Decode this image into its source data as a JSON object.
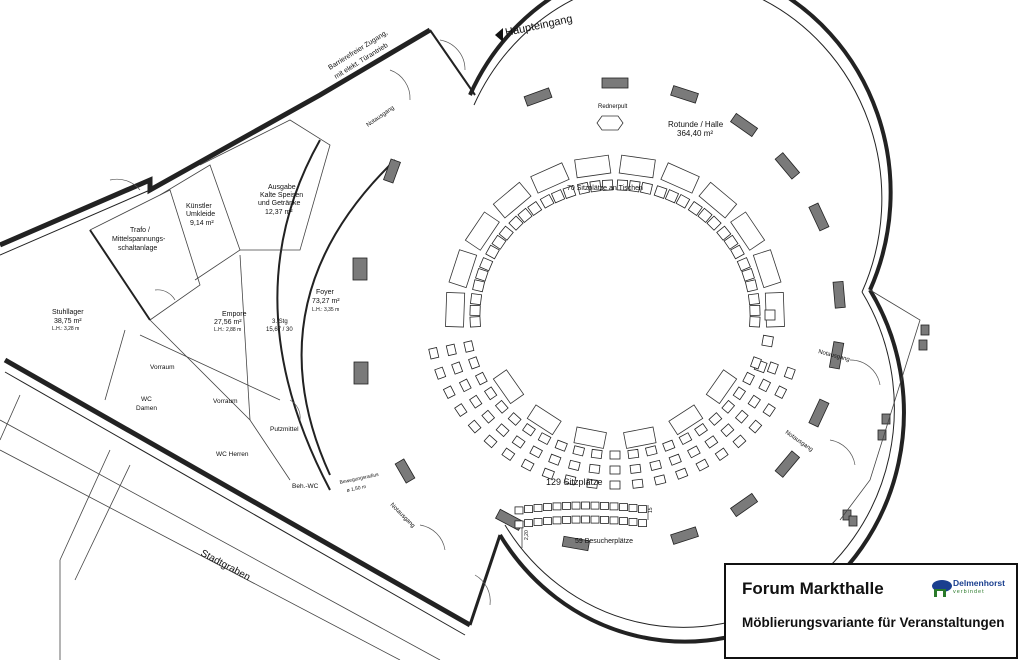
{
  "labels": {
    "main_entrance": "Haupteingang",
    "accessible_entrance_l1": "Barrierefreier Zugang,",
    "accessible_entrance_l2": "mit elekt. Türantrieb",
    "rotunda_name": "Rotunde / Halle",
    "rotunda_area": "364,40 m²",
    "lectern": "Rednerpult",
    "table_seats": "70 Sitzplätze an Tischen",
    "seats": "129 Sitzplätze",
    "visitor_seats": "59 Besucherplätze",
    "foyer_name": "Foyer",
    "foyer_area": "73,27 m²",
    "foyer_height": "L.H.: 3,35 m",
    "empore_name": "Empore",
    "empore_area": "27,56 m²",
    "empore_height": "L.H.: 2,88 m",
    "stairs_l1": "3. Stg",
    "stairs_l2": "15,67 / 30",
    "artist_l1": "Künstler",
    "artist_l2": "Umkleide",
    "artist_area": "9,14 m²",
    "catering_l1": "Ausgabe",
    "catering_l2": "Kalte Speisen",
    "catering_l3": "und Getränke",
    "catering_area": "12,37 m²",
    "trafo_l1": "Trafo /",
    "trafo_l2": "Mittelspannungs-",
    "trafo_l3": "schaltanlage",
    "storage_name": "Stuhllager",
    "storage_area": "38,75 m²",
    "storage_height": "L.H.: 3,28 m",
    "anteroom": "Vorraum",
    "wc_women_l1": "WC",
    "wc_women_l2": "Damen",
    "wc_men": "WC Herren",
    "cleaning": "Putzmittel",
    "wc_accessible": "Beh.-WC",
    "turning_l1": "Bewegungsradius",
    "turning_l2": "ø 1,50 m",
    "emergency": "Notausgang",
    "street": "Stadtgraben",
    "dim_width": "2,20",
    "dim_side": "15"
  },
  "title": {
    "name": "Forum Markthalle",
    "subtitle": "Möblierungsvariante für Veranstaltungen",
    "logo_text": "Delmenhorst",
    "logo_sub": "verbindet"
  },
  "colors": {
    "wall": "#222222",
    "pillar": "#7a7a7a",
    "logo_blue": "#1a3f8f",
    "logo_green": "#2a7a2a"
  }
}
